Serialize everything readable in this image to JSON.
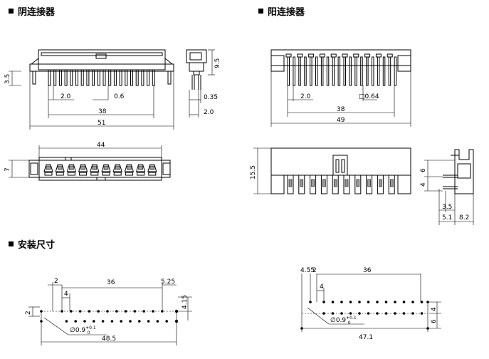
{
  "headings": {
    "female": "阴连接器",
    "male": "阳连接器",
    "mounting": "安装尺寸"
  },
  "female_front": {
    "d_35": "3.5",
    "d_20": "2.0",
    "d_06": "0.6",
    "d_38": "38",
    "d_51": "51"
  },
  "female_side": {
    "d_95": "9.5",
    "d_035": "0.35",
    "d_20": "2.0"
  },
  "female_bottom": {
    "d_44": "44",
    "d_7": "7"
  },
  "male_front": {
    "d_20": "2.0",
    "d_064": "□0.64",
    "d_38": "38",
    "d_49": "49"
  },
  "male_top": {
    "d_155": "15.5"
  },
  "male_side": {
    "d_6": "6",
    "d_4": "4",
    "d_35": "3.5",
    "d_51": "5.1",
    "d_82": "8.2"
  },
  "mount_left": {
    "d_2a": "2",
    "d_36": "36",
    "d_525": "5.25",
    "d_4": "4",
    "d_415": "4.15",
    "d_2b": "2",
    "hole_main": "∅0.9",
    "hole_sup": "+0.1",
    "hole_sub": "0",
    "d_485": "48.5"
  },
  "mount_right": {
    "d_455": "4.55",
    "d_2": "2",
    "d_36": "36",
    "d_4a": "4",
    "d_4b": "4",
    "d_6": "6",
    "hole_main": "∅0.9",
    "hole_sup": "+0.1",
    "hole_sub": "0",
    "d_471": "47.1"
  }
}
